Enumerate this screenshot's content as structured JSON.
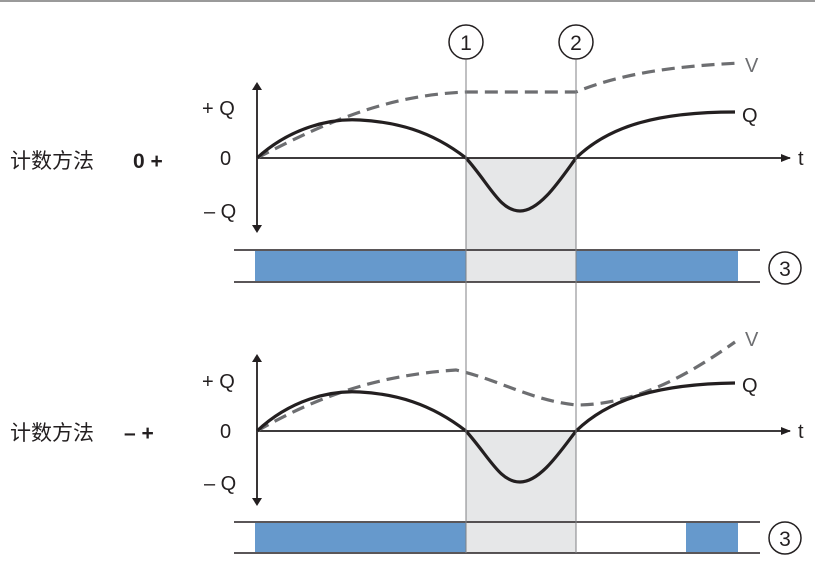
{
  "colors": {
    "axis": "#231f20",
    "q_curve": "#231f20",
    "v_curve": "#6d6e71",
    "shade": "#e6e7e8",
    "bar_fill": "#6699cc"
  },
  "markers": {
    "marker1": "1",
    "marker2": "2",
    "bar_marker": "3"
  },
  "panel_top": {
    "method_label": "计数方法",
    "method_symbol": "0 +",
    "axis": {
      "plus_q": "+ Q",
      "zero": "0",
      "minus_q": "– Q",
      "t": "t"
    },
    "curve_labels": {
      "v": "V",
      "q": "Q"
    }
  },
  "panel_bottom": {
    "method_label": "计数方法",
    "method_symbol": "– +",
    "axis": {
      "plus_q": "+ Q",
      "zero": "0",
      "minus_q": "– Q",
      "t": "t"
    },
    "curve_labels": {
      "v": "V",
      "q": "Q"
    }
  }
}
